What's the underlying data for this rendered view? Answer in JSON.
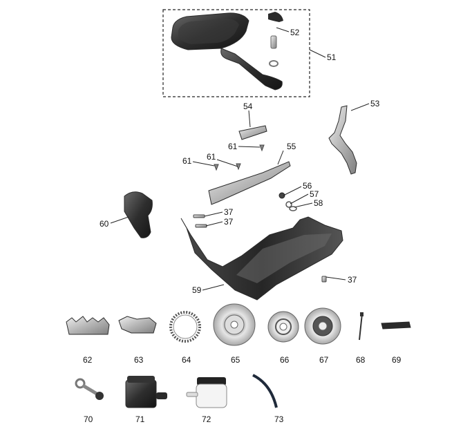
{
  "diagram": {
    "callouts": {
      "c51": "51",
      "c52": "52",
      "c53": "53",
      "c54": "54",
      "c55": "55",
      "c56": "56",
      "c57": "57",
      "c58": "58",
      "c59": "59",
      "c60": "60",
      "c61a": "61",
      "c61b": "61",
      "c61c": "61",
      "c37a": "37",
      "c37b": "37",
      "c37c": "37"
    },
    "bottom_parts": [
      {
        "key": "62",
        "label": "62",
        "icon": "brake-pad-front-icon"
      },
      {
        "key": "63",
        "label": "63",
        "icon": "brake-pad-rear-icon"
      },
      {
        "key": "64",
        "label": "64",
        "icon": "abs-tone-ring-icon"
      },
      {
        "key": "65",
        "label": "65",
        "icon": "brake-disc-front-icon"
      },
      {
        "key": "66",
        "label": "66",
        "icon": "brake-disc-rear-icon"
      },
      {
        "key": "67",
        "label": "67",
        "icon": "brake-disc-floating-icon"
      },
      {
        "key": "68",
        "label": "68",
        "icon": "cable-tie-icon"
      },
      {
        "key": "69",
        "label": "69",
        "icon": "velcro-strap-icon"
      },
      {
        "key": "70",
        "label": "70",
        "icon": "banjo-bolt-icon"
      },
      {
        "key": "71",
        "label": "71",
        "icon": "fluid-reservoir-black-icon"
      },
      {
        "key": "72",
        "label": "72",
        "icon": "fluid-reservoir-clear-icon"
      },
      {
        "key": "73",
        "label": "73",
        "icon": "hose-icon"
      }
    ]
  }
}
